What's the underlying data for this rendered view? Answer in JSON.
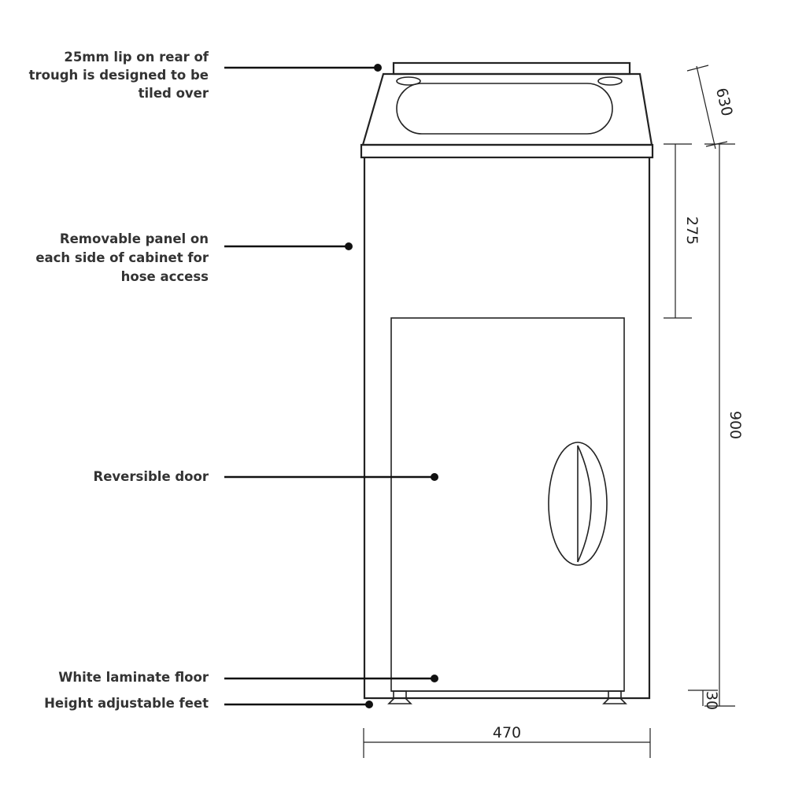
{
  "callouts": [
    {
      "id": "lip",
      "lines": [
        "25mm lip on rear of",
        "trough is designed to be",
        "tiled over"
      ]
    },
    {
      "id": "panel",
      "lines": [
        "Removable panel on",
        "each side of cabinet for",
        "hose access"
      ]
    },
    {
      "id": "door",
      "lines": [
        "Reversible door"
      ]
    },
    {
      "id": "floor",
      "lines": [
        "White laminate floor"
      ]
    },
    {
      "id": "feet",
      "lines": [
        "Height adjustable feet"
      ]
    }
  ],
  "dimensions": {
    "depth": "630",
    "tub_height": "275",
    "total_height": "900",
    "feet_height": "30",
    "width": "470"
  }
}
